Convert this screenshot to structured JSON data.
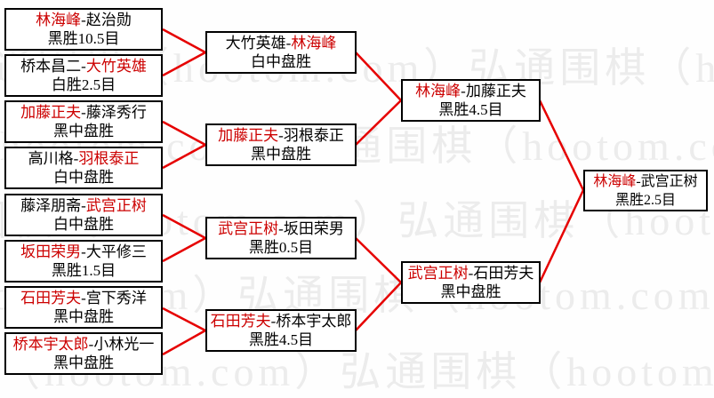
{
  "diagram_type": "tournament-bracket",
  "watermark": {
    "text": "弘通围棋（hootom.com）",
    "repeat": "弘通围棋（hootom.com）弘通围棋（hootom.com）弘通围棋（hootom.com）",
    "color": "#ececec"
  },
  "colors": {
    "connector_line": "#e60000",
    "winner_text": "#cc0000",
    "body_text": "#000000",
    "box_border": "#000000",
    "background": "#ffffff"
  },
  "separator": "-",
  "rounds": {
    "round1": {
      "m1": {
        "left": "林海峰",
        "right": "赵治勋",
        "winner": "left",
        "result": "黑胜10.5目"
      },
      "m2": {
        "left": "桥本昌二",
        "right": "大竹英雄",
        "winner": "right",
        "result": "白胜2.5目"
      },
      "m3": {
        "left": "加藤正夫",
        "right": "藤泽秀行",
        "winner": "left",
        "result": "黑中盘胜"
      },
      "m4": {
        "left": "高川格",
        "right": "羽根泰正",
        "winner": "right",
        "result": "白中盘胜"
      },
      "m5": {
        "left": "藤泽朋斋",
        "right": "武宫正树",
        "winner": "right",
        "result": "白中盘胜"
      },
      "m6": {
        "left": "坂田荣男",
        "right": "大平修三",
        "winner": "left",
        "result": "黑胜1.5目"
      },
      "m7": {
        "left": "石田芳夫",
        "right": "宫下秀洋",
        "winner": "left",
        "result": "黑中盘胜"
      },
      "m8": {
        "left": "桥本宇太郎",
        "right": "小林光一",
        "winner": "left",
        "result": "黑中盘胜"
      }
    },
    "round2": {
      "m1": {
        "left": "大竹英雄",
        "right": "林海峰",
        "winner": "right",
        "result": "白中盘胜"
      },
      "m2": {
        "left": "加藤正夫",
        "right": "羽根泰正",
        "winner": "left",
        "result": "黑中盘胜"
      },
      "m3": {
        "left": "武宫正树",
        "right": "坂田荣男",
        "winner": "left",
        "result": "黑胜0.5目"
      },
      "m4": {
        "left": "石田芳夫",
        "right": "桥本宇太郎",
        "winner": "left",
        "result": "黑胜4.5目"
      }
    },
    "round3": {
      "m1": {
        "left": "林海峰",
        "right": "加藤正夫",
        "winner": "left",
        "result": "黑胜4.5目"
      },
      "m2": {
        "left": "武宫正树",
        "right": "石田芳夫",
        "winner": "left",
        "result": "黑中盘胜"
      }
    },
    "final": {
      "m1": {
        "left": "林海峰",
        "right": "武宫正树",
        "winner": "left",
        "result": "黑胜2.5目"
      }
    }
  }
}
